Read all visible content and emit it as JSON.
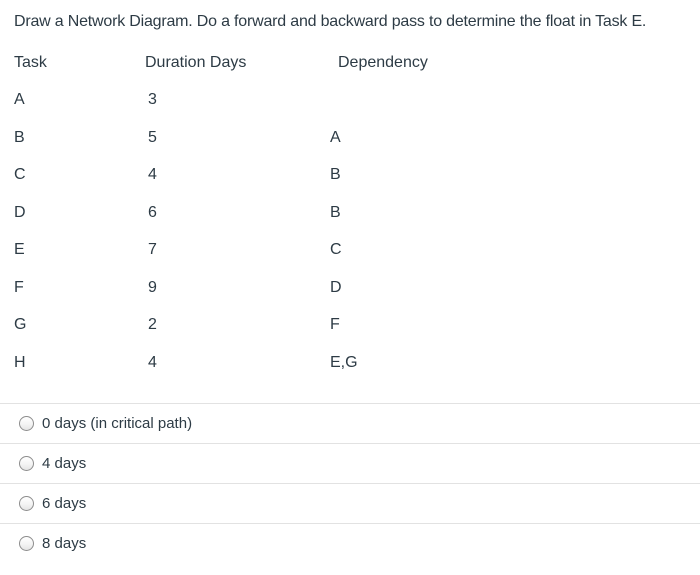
{
  "question": {
    "title": "Draw a Network Diagram. Do a forward and backward pass to determine the float in Task E.",
    "table": {
      "headers": [
        "Task",
        "Duration Days",
        "Dependency"
      ],
      "rows": [
        {
          "task": "A",
          "duration": "3",
          "dependency": ""
        },
        {
          "task": "B",
          "duration": "5",
          "dependency": "A"
        },
        {
          "task": "C",
          "duration": "4",
          "dependency": "B"
        },
        {
          "task": "D",
          "duration": "6",
          "dependency": "B"
        },
        {
          "task": "E",
          "duration": "7",
          "dependency": "C"
        },
        {
          "task": "F",
          "duration": "9",
          "dependency": "D"
        },
        {
          "task": "G",
          "duration": "2",
          "dependency": "F"
        },
        {
          "task": "H",
          "duration": "4",
          "dependency": "E,G"
        }
      ]
    },
    "options": [
      {
        "label": "0 days (in critical path)",
        "selected": false
      },
      {
        "label": "4 days",
        "selected": false
      },
      {
        "label": "6 days",
        "selected": false
      },
      {
        "label": "8 days",
        "selected": false
      }
    ]
  },
  "colors": {
    "text": "#2d3b45",
    "divider": "#e2e2e2",
    "radio_border": "#8d8d8d"
  }
}
